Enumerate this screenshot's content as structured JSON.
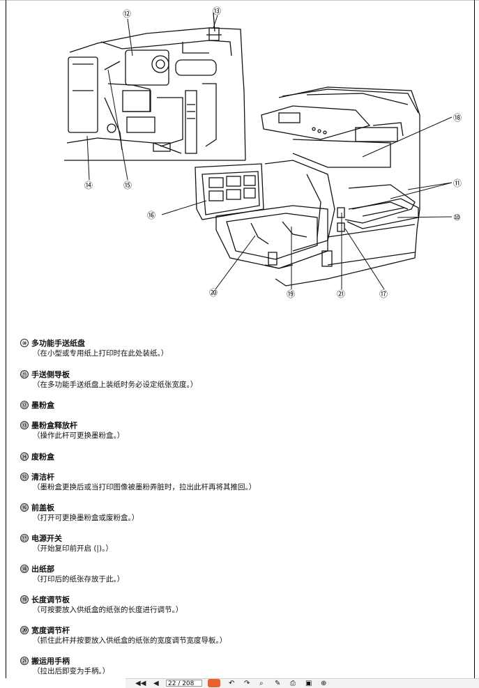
{
  "figure": {
    "callouts": [
      "⑫",
      "⑬",
      "⑭",
      "⑮",
      "⑯",
      "⑱",
      "⑪",
      "⑩",
      "⑳",
      "⑲",
      "㉑",
      "⑰"
    ]
  },
  "items": [
    {
      "num": "⑩",
      "title": "多功能手送纸盘",
      "note": "（在小型或专用纸上打印时在此处装纸。）"
    },
    {
      "num": "⑪",
      "title": "手送侧导板",
      "note": "（在多功能手送纸盘上装纸时务必设定纸张宽度。）"
    },
    {
      "num": "⑫",
      "title": "墨粉盒",
      "note": ""
    },
    {
      "num": "⑬",
      "title": "墨粉盒释放杆",
      "note": "（操作此杆可更换墨粉盒。）"
    },
    {
      "num": "⑭",
      "title": "废粉盒",
      "note": ""
    },
    {
      "num": "⑮",
      "title": "清洁杆",
      "note": "（墨粉盒更换后或当打印图像被墨粉弄脏时，拉出此杆再将其推回。）"
    },
    {
      "num": "⑯",
      "title": "前盖板",
      "note": "（打开可更换墨粉盒或废粉盒。）"
    },
    {
      "num": "⑰",
      "title": "电源开关",
      "note": "（开始复印前开启 (|)。）"
    },
    {
      "num": "⑱",
      "title": "出纸部",
      "note": "（打印后的纸张存放于此。）"
    },
    {
      "num": "⑲",
      "title": "长度调节板",
      "note": "（可按要放入供纸盒的纸张的长度进行调节。）"
    },
    {
      "num": "⑳",
      "title": "宽度调节杆",
      "note": "（抓住此杆并按要放入供纸盒的纸张的宽度调节宽度导板。）"
    },
    {
      "num": "㉑",
      "title": "搬运用手柄",
      "note": "（拉出后即变为手柄。）"
    }
  ],
  "toolbar": {
    "first": "◀◀",
    "prev": "◀",
    "page": "22 / 208"
  }
}
